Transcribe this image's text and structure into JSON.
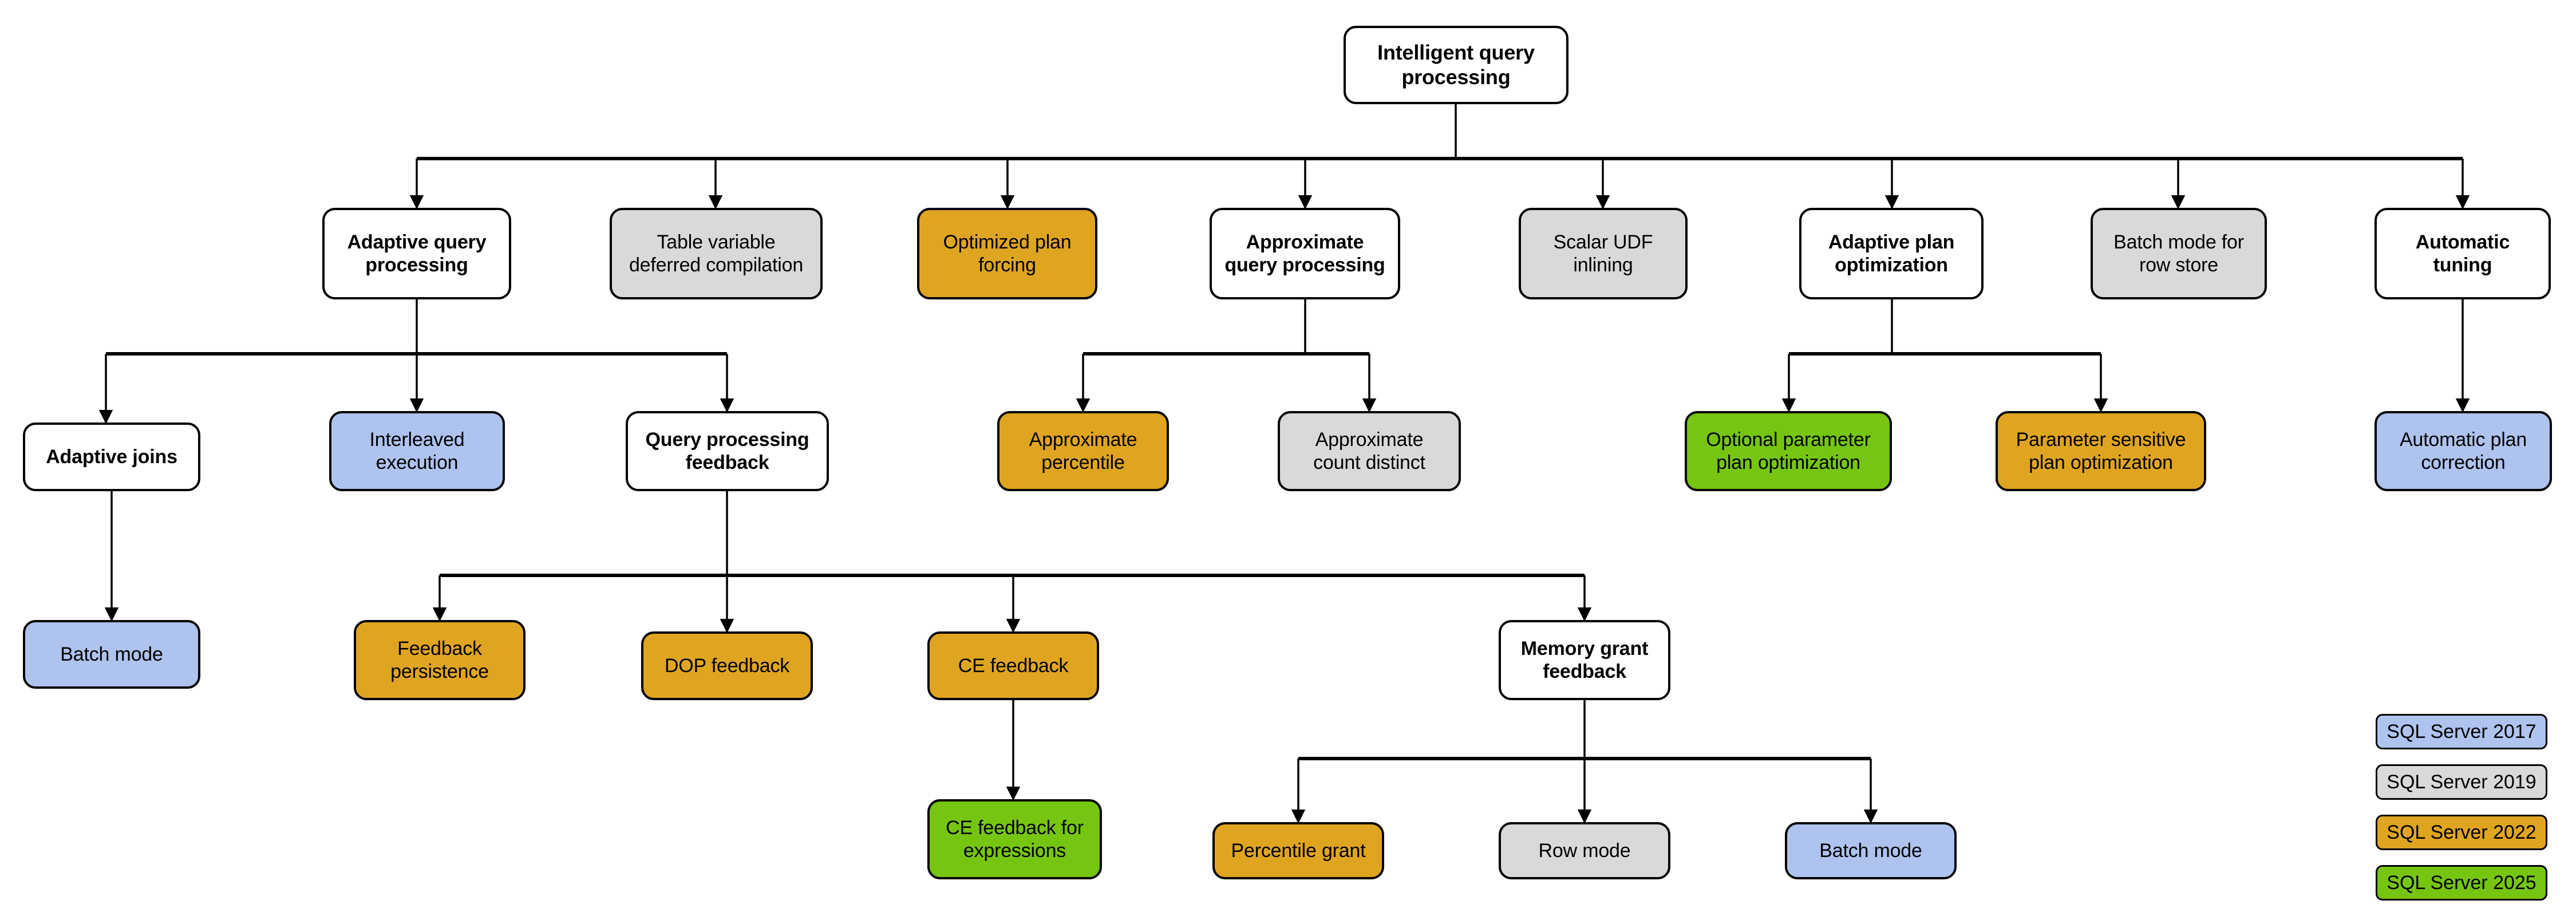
{
  "title": "Intelligent query processing feature family tree",
  "colors": {
    "sql2017": "#aec3ee",
    "sql2019": "#d9d9d9",
    "sql2022": "#dfa520",
    "sql2025": "#76c511",
    "neutral": "#ffffff",
    "stroke": "#000000"
  },
  "root": {
    "label": "Intelligent query\nprocessing",
    "line1": "Intelligent query",
    "line2": "processing"
  },
  "level1": [
    {
      "id": "adaptive-query-processing",
      "line1": "Adaptive query",
      "line2": "processing",
      "fill": "white"
    },
    {
      "id": "table-variable-deferred-compilation",
      "line1": "Table variable",
      "line2": "deferred compilation",
      "fill": "gray"
    },
    {
      "id": "optimized-plan-forcing",
      "line1": "Optimized plan",
      "line2": "forcing",
      "fill": "gold"
    },
    {
      "id": "approximate-query-processing",
      "line1": "Approximate",
      "line2": "query processing",
      "fill": "white"
    },
    {
      "id": "scalar-udf-inlining",
      "line1": "Scalar UDF",
      "line2": "inlining",
      "fill": "gray"
    },
    {
      "id": "adaptive-plan-optimization",
      "line1": "Adaptive plan",
      "line2": "optimization",
      "fill": "white"
    },
    {
      "id": "batch-mode-for-row-store",
      "line1": "Batch mode for",
      "line2": "row store",
      "fill": "gray"
    },
    {
      "id": "automatic-tuning",
      "line1": "Automatic",
      "line2": "tuning",
      "fill": "white"
    }
  ],
  "level2": [
    {
      "id": "adaptive-joins",
      "line1": "Adaptive joins",
      "line2": "",
      "fill": "white"
    },
    {
      "id": "interleaved-execution",
      "line1": "Interleaved",
      "line2": "execution",
      "fill": "blue"
    },
    {
      "id": "query-processing-feedback",
      "line1": "Query processing",
      "line2": "feedback",
      "fill": "white"
    },
    {
      "id": "approximate-percentile",
      "line1": "Approximate",
      "line2": "percentile",
      "fill": "gold"
    },
    {
      "id": "approximate-count-distinct",
      "line1": "Approximate",
      "line2": "count distinct",
      "fill": "gray"
    },
    {
      "id": "optional-parameter-plan-optimization",
      "line1": "Optional parameter",
      "line2": "plan optimization",
      "fill": "green"
    },
    {
      "id": "parameter-sensitive-plan-optimization",
      "line1": "Parameter sensitive",
      "line2": "plan optimization",
      "fill": "gold"
    },
    {
      "id": "automatic-plan-correction",
      "line1": "Automatic plan",
      "line2": "correction",
      "fill": "blue"
    }
  ],
  "level3": [
    {
      "id": "batch-mode",
      "line1": "Batch mode",
      "line2": "",
      "fill": "blue"
    },
    {
      "id": "feedback-persistence",
      "line1": "Feedback",
      "line2": "persistence",
      "fill": "gold"
    },
    {
      "id": "dop-feedback",
      "line1": "DOP feedback",
      "line2": "",
      "fill": "gold"
    },
    {
      "id": "ce-feedback",
      "line1": "CE feedback",
      "line2": "",
      "fill": "gold"
    },
    {
      "id": "memory-grant-feedback",
      "line1": "Memory grant",
      "line2": "feedback",
      "fill": "white"
    }
  ],
  "level4": [
    {
      "id": "ce-feedback-for-expressions",
      "line1": "CE feedback for",
      "line2": "expressions",
      "fill": "green"
    },
    {
      "id": "percentile-grant",
      "line1": "Percentile grant",
      "line2": "",
      "fill": "gold"
    },
    {
      "id": "row-mode",
      "line1": "Row mode",
      "line2": "",
      "fill": "gray"
    },
    {
      "id": "batch-mode-2",
      "line1": "Batch mode",
      "line2": "",
      "fill": "blue"
    }
  ],
  "legend": [
    {
      "id": "legend-sql-server-2017",
      "label": "SQL Server 2017",
      "fill": "blue"
    },
    {
      "id": "legend-sql-server-2019",
      "label": "SQL Server 2019",
      "fill": "gray"
    },
    {
      "id": "legend-sql-server-2022",
      "label": "SQL Server 2022",
      "fill": "gold"
    },
    {
      "id": "legend-sql-server-2025",
      "label": "SQL Server 2025",
      "fill": "green"
    }
  ],
  "chart_data": {
    "type": "tree",
    "title": "Intelligent query processing",
    "edges": [
      [
        "Intelligent query processing",
        "Adaptive query processing"
      ],
      [
        "Intelligent query processing",
        "Table variable deferred compilation"
      ],
      [
        "Intelligent query processing",
        "Optimized plan forcing"
      ],
      [
        "Intelligent query processing",
        "Approximate query processing"
      ],
      [
        "Intelligent query processing",
        "Scalar UDF inlining"
      ],
      [
        "Intelligent query processing",
        "Adaptive plan optimization"
      ],
      [
        "Intelligent query processing",
        "Batch mode for row store"
      ],
      [
        "Intelligent query processing",
        "Automatic tuning"
      ],
      [
        "Adaptive query processing",
        "Adaptive joins"
      ],
      [
        "Adaptive query processing",
        "Interleaved execution"
      ],
      [
        "Adaptive query processing",
        "Query processing feedback"
      ],
      [
        "Approximate query processing",
        "Approximate percentile"
      ],
      [
        "Approximate query processing",
        "Approximate count distinct"
      ],
      [
        "Adaptive plan optimization",
        "Optional parameter plan optimization"
      ],
      [
        "Adaptive plan optimization",
        "Parameter sensitive plan optimization"
      ],
      [
        "Automatic tuning",
        "Automatic plan correction"
      ],
      [
        "Adaptive joins",
        "Batch mode"
      ],
      [
        "Query processing feedback",
        "Feedback persistence"
      ],
      [
        "Query processing feedback",
        "DOP feedback"
      ],
      [
        "Query processing feedback",
        "CE feedback"
      ],
      [
        "Query processing feedback",
        "Memory grant feedback"
      ],
      [
        "CE feedback",
        "CE feedback for expressions"
      ],
      [
        "Memory grant feedback",
        "Percentile grant"
      ],
      [
        "Memory grant feedback",
        "Row mode"
      ],
      [
        "Memory grant feedback",
        "Batch mode"
      ]
    ]
  }
}
